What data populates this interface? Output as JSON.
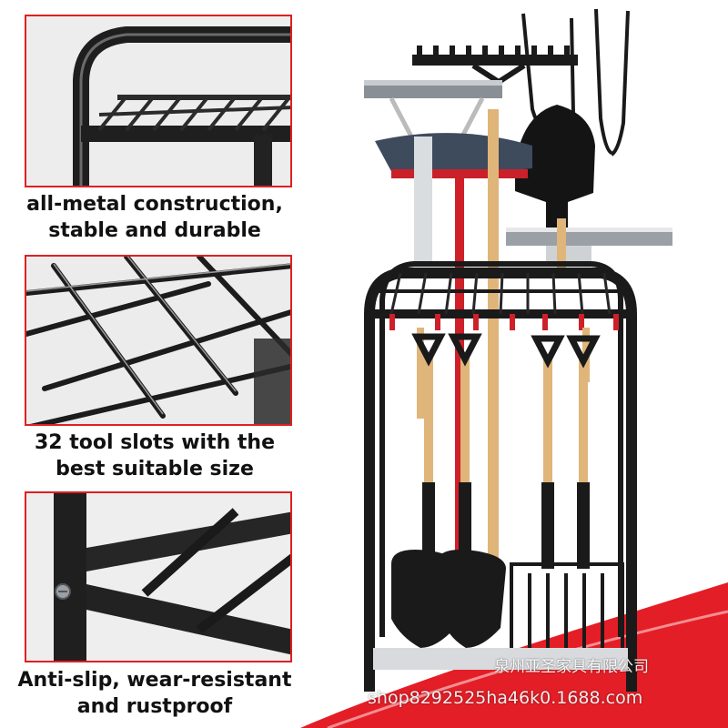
{
  "features": [
    {
      "line1": "all-metal construction,",
      "line2": "stable and durable"
    },
    {
      "line1": "32 tool slots with the",
      "line2": "best suitable size"
    },
    {
      "line1": "Anti-slip, wear-resistant",
      "line2": "and rustproof"
    }
  ],
  "watermark": {
    "company": "泉州亚圣家具有限公司",
    "shop_url": "shop8292525ha46k0.1688.com"
  },
  "colors": {
    "accent": "#e02020",
    "frame": "#1a1a1a",
    "wood": "#e0b57a"
  }
}
